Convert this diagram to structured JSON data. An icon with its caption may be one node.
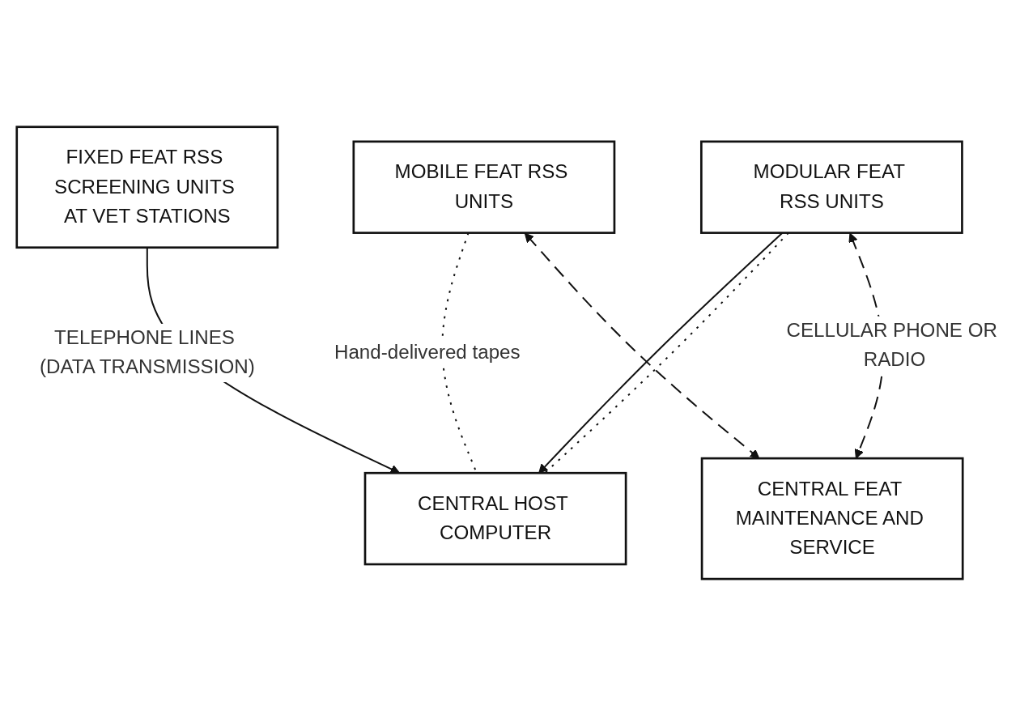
{
  "diagram": {
    "nodes": [
      {
        "text": [
          "FIXED FEAT RSS SCREENING UNITS AT VET STATIONS"
        ]
      },
      {
        "text": [
          "MOBILE FEAT RSS UNITS"
        ]
      },
      {
        "text": [
          "MODULAR FEAT RSS UNITS"
        ]
      },
      {
        "text": [
          "CENTRAL HOST COMPUTER"
        ]
      },
      {
        "text": [
          "CENTRAL FEAT MAINTENANCE AND SERVICE"
        ]
      }
    ],
    "edges": [
      {
        "from": 0,
        "to": 3,
        "arrow": "to",
        "label": "TELEPHONE LINES (DATA TRANSMISSION)"
      },
      {
        "from": 2,
        "to": 3,
        "arrow": "to"
      },
      {
        "from": 1,
        "to": 3,
        "arrow": "none",
        "style": "dashed",
        "label": "Hand-delivered tapes"
      },
      {
        "from": 2,
        "to": 3,
        "arrow": "none",
        "style": "dashed"
      },
      {
        "from": 1,
        "to": 4,
        "arrow": "both",
        "style": "dashed"
      },
      {
        "from": 2,
        "to": 4,
        "arrow": "both",
        "style": "dashed",
        "label": "CELLULAR PHONE OR RADIO"
      }
    ]
  }
}
